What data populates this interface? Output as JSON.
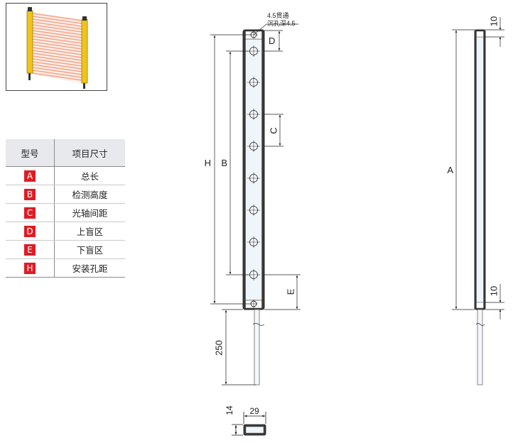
{
  "table": {
    "header": {
      "model": "型号",
      "item": "项目尺寸"
    },
    "code_color": "#e01b24",
    "rows": [
      {
        "code": "A",
        "label": "总长"
      },
      {
        "code": "B",
        "label": "检测高度"
      },
      {
        "code": "C",
        "label": "光轴间距"
      },
      {
        "code": "D",
        "label": "上盲区"
      },
      {
        "code": "E",
        "label": "下盲区"
      },
      {
        "code": "H",
        "label": "安装孔距"
      }
    ]
  },
  "drawing": {
    "hole_note_line1": "4.5贯通",
    "hole_note_line2": "沉孔深4.5",
    "dim_labels": {
      "H": "H",
      "B": "B",
      "C": "C",
      "D": "D",
      "E": "E",
      "A": "A",
      "cable_length": "250",
      "top_offset": "10",
      "bottom_offset": "10",
      "section_width": "29",
      "section_height": "14"
    }
  },
  "colors": {
    "beam": "#f2a58a",
    "sensor_body": "#f0c419",
    "window": "#eef5fb",
    "frame": "#3a3a3a"
  }
}
